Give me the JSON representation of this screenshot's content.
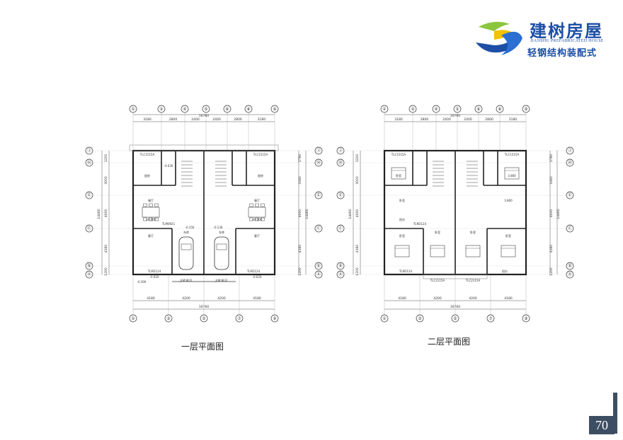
{
  "brand": {
    "name_cn": "建树房屋",
    "name_en": "JIANSHU PREFABRICATED HOUSE",
    "slogan": "轻钢结构装配式",
    "colors": {
      "primary": "#1d4fa6",
      "accent_green": "#8cc63f",
      "accent_yellow": "#f2c200"
    }
  },
  "plan1": {
    "caption": "一层平面图",
    "top_axes": [
      "①",
      "②",
      "④",
      "⑤",
      "⑥",
      "⑧",
      "⑨"
    ],
    "bottom_axes": [
      "①",
      "③",
      "⑤",
      "⑦",
      "⑨"
    ],
    "side_axes": [
      "Ⓙ",
      "Ⓗ",
      "Ⓔ",
      "Ⓒ",
      "Ⓑ",
      "Ⓐ"
    ],
    "top_dims": [
      "3180",
      "2800",
      "2400",
      "2400",
      "2800",
      "3180"
    ],
    "top_total": "16760",
    "bottom_dims": [
      "4180",
      "4200",
      "4200",
      "4180"
    ],
    "bottom_total": "16760",
    "left_dims": [
      "1200",
      "3000",
      "4000",
      "4160",
      "1200"
    ],
    "left_total": "14460",
    "right_dims": [
      "1760",
      "3340",
      "4000",
      "4160",
      "1200"
    ],
    "right_total": "14460",
    "labels": [
      "TLC1515A",
      "TLC1515A",
      "厨房",
      "餐厅",
      "客厅",
      "车库",
      "车库",
      "客厅",
      "餐厅",
      "厨房",
      "TLM0921",
      "TLM2124",
      "JLM3832",
      "JLM3832",
      "TLM2124",
      "±0.000",
      "-0.150",
      "-0.130",
      "-0.030",
      "-0.020",
      "-0.300",
      "±0.000",
      "-0.020"
    ]
  },
  "plan2": {
    "caption": "二层平面图",
    "top_axes": [
      "①",
      "②",
      "④",
      "⑤",
      "⑥",
      "⑧",
      "⑨"
    ],
    "bottom_axes": [
      "①",
      "③",
      "⑤",
      "⑦",
      "⑨"
    ],
    "side_axes": [
      "Ⓙ",
      "Ⓗ",
      "Ⓔ",
      "Ⓒ",
      "Ⓑ",
      "Ⓐ"
    ],
    "top_dims": [
      "3180",
      "2800",
      "2400",
      "2400",
      "2800",
      "3180"
    ],
    "top_total": "16760",
    "bottom_dims": [
      "4180",
      "4200",
      "4200",
      "4180"
    ],
    "bottom_total": "16760",
    "left_dims": [
      "1200",
      "3000",
      "4000",
      "4160",
      "1200"
    ],
    "left_total": "14460",
    "right_dims": [
      "1760",
      "3340",
      "4000",
      "4160",
      "1200"
    ],
    "right_total": "14460",
    "labels": [
      "TLC1515A",
      "TLC1515A",
      "卧室",
      "卧室",
      "卧室",
      "卧室",
      "卧室",
      "卧室",
      "3.800",
      "3.800",
      "TLM2124",
      "TLM2124",
      "TLC2115A",
      "TLC2115A",
      "阳台",
      "阳台"
    ]
  },
  "page_number": "70"
}
